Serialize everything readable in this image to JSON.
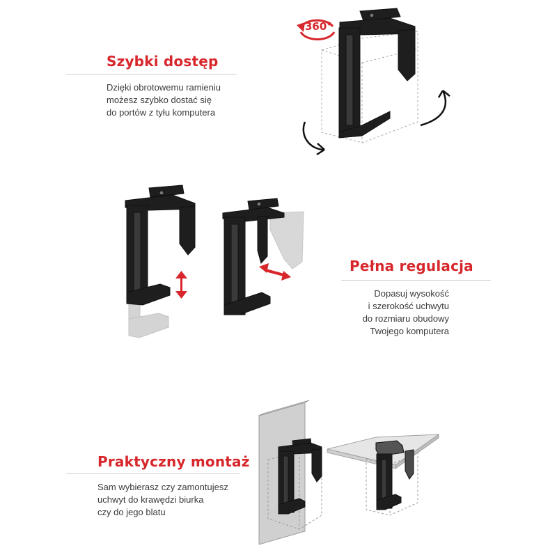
{
  "colors": {
    "accent": "#d7272c",
    "text": "#3a3a3a",
    "rule": "#d0d0d0",
    "bracket": "#1e1e1e",
    "ghost": "#c9c9c9",
    "outline": "#9a9a9a"
  },
  "sections": [
    {
      "title": "Szybki dostęp",
      "description": [
        "Dzięki obrotowemu ramieniu",
        "możesz szybko dostać się",
        "do portów z tyłu komputera"
      ],
      "badge": "360°"
    },
    {
      "title": "Pełna regulacja",
      "description": [
        "Dopasuj wysokość",
        "i szerokość uchwytu",
        "do rozmiaru obudowy",
        "Twojego komputera"
      ]
    },
    {
      "title": "Praktyczny montaż",
      "description": [
        "Sam wybierasz czy zamontujesz",
        "uchwyt do krawędzi biurka",
        "czy do jego blatu"
      ]
    }
  ]
}
